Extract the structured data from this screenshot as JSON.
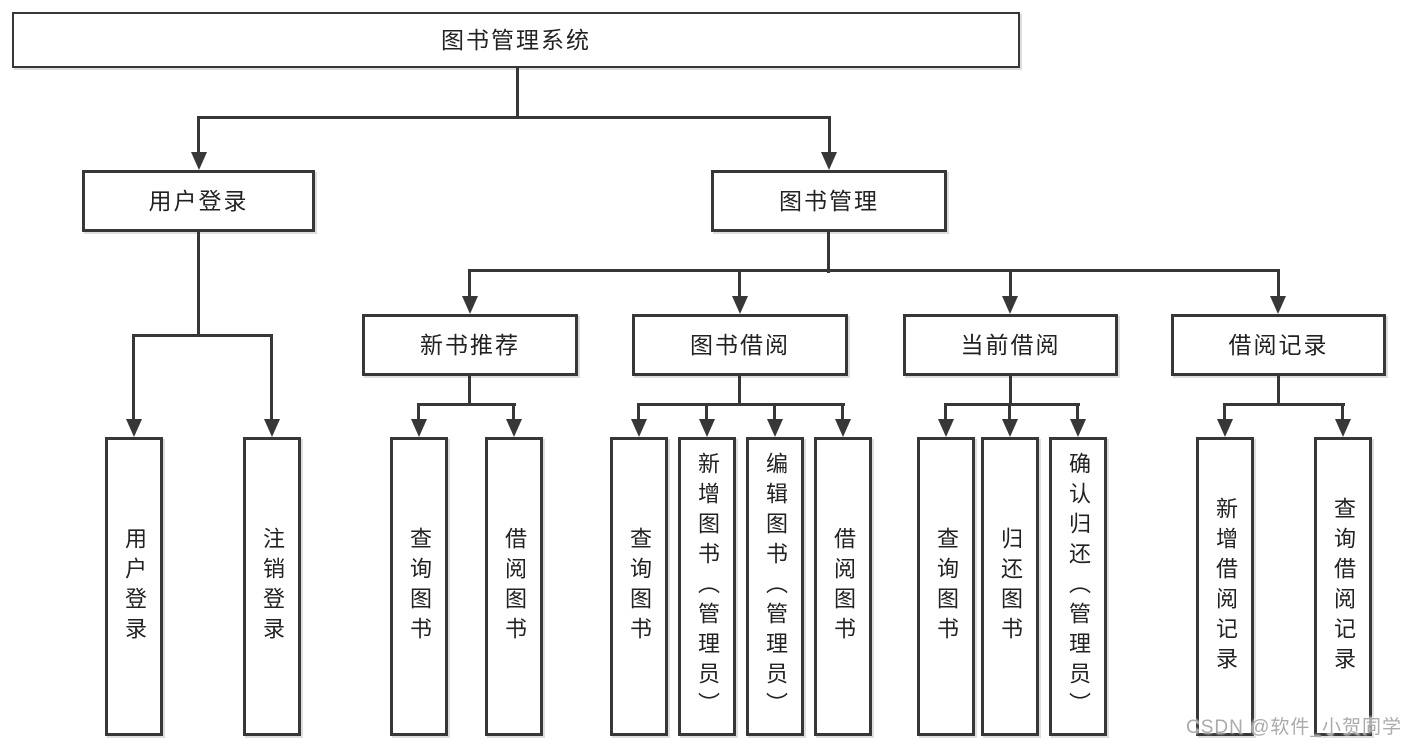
{
  "diagram_title": "图书管理系统",
  "watermark": "CSDN @软件_小贺同学",
  "colors": {
    "background": "#ffffff",
    "box_fill": "#ffffff",
    "box_border": "#373737",
    "line": "#373737",
    "text": "#222222",
    "watermark": "#ababab"
  },
  "nodes": {
    "root": "图书管理系统",
    "user_login": "用户登录",
    "book_management": "图书管理",
    "new_book_recommend": "新书推荐",
    "book_borrowing": "图书借阅",
    "current_borrowing": "当前借阅",
    "borrowing_records": "借阅记录",
    "leaf_user_login": "用户登录",
    "leaf_logout": "注销登录",
    "nbr_query_books": "查询图书",
    "nbr_borrow_books": "借阅图书",
    "bb_query_books": "查询图书",
    "bb_add_books": "新增图书（管理员）",
    "bb_edit_books": "编辑图书（管理员）",
    "bb_borrow_books": "借阅图书",
    "cb_query_books": "查询图书",
    "cb_return_books": "归还图书",
    "cb_confirm_return": "确认归还（管理员）",
    "br_add_record": "新增借阅记录",
    "br_query_record": "查询借阅记录"
  },
  "hierarchy": {
    "root": "图书管理系统",
    "children": [
      {
        "label": "用户登录",
        "children": [
          "用户登录",
          "注销登录"
        ]
      },
      {
        "label": "图书管理",
        "children": [
          {
            "label": "新书推荐",
            "children": [
              "查询图书",
              "借阅图书"
            ]
          },
          {
            "label": "图书借阅",
            "children": [
              "查询图书",
              "新增图书（管理员）",
              "编辑图书（管理员）",
              "借阅图书"
            ]
          },
          {
            "label": "当前借阅",
            "children": [
              "查询图书",
              "归还图书",
              "确认归还（管理员）"
            ]
          },
          {
            "label": "借阅记录",
            "children": [
              "新增借阅记录",
              "查询借阅记录"
            ]
          }
        ]
      }
    ]
  }
}
